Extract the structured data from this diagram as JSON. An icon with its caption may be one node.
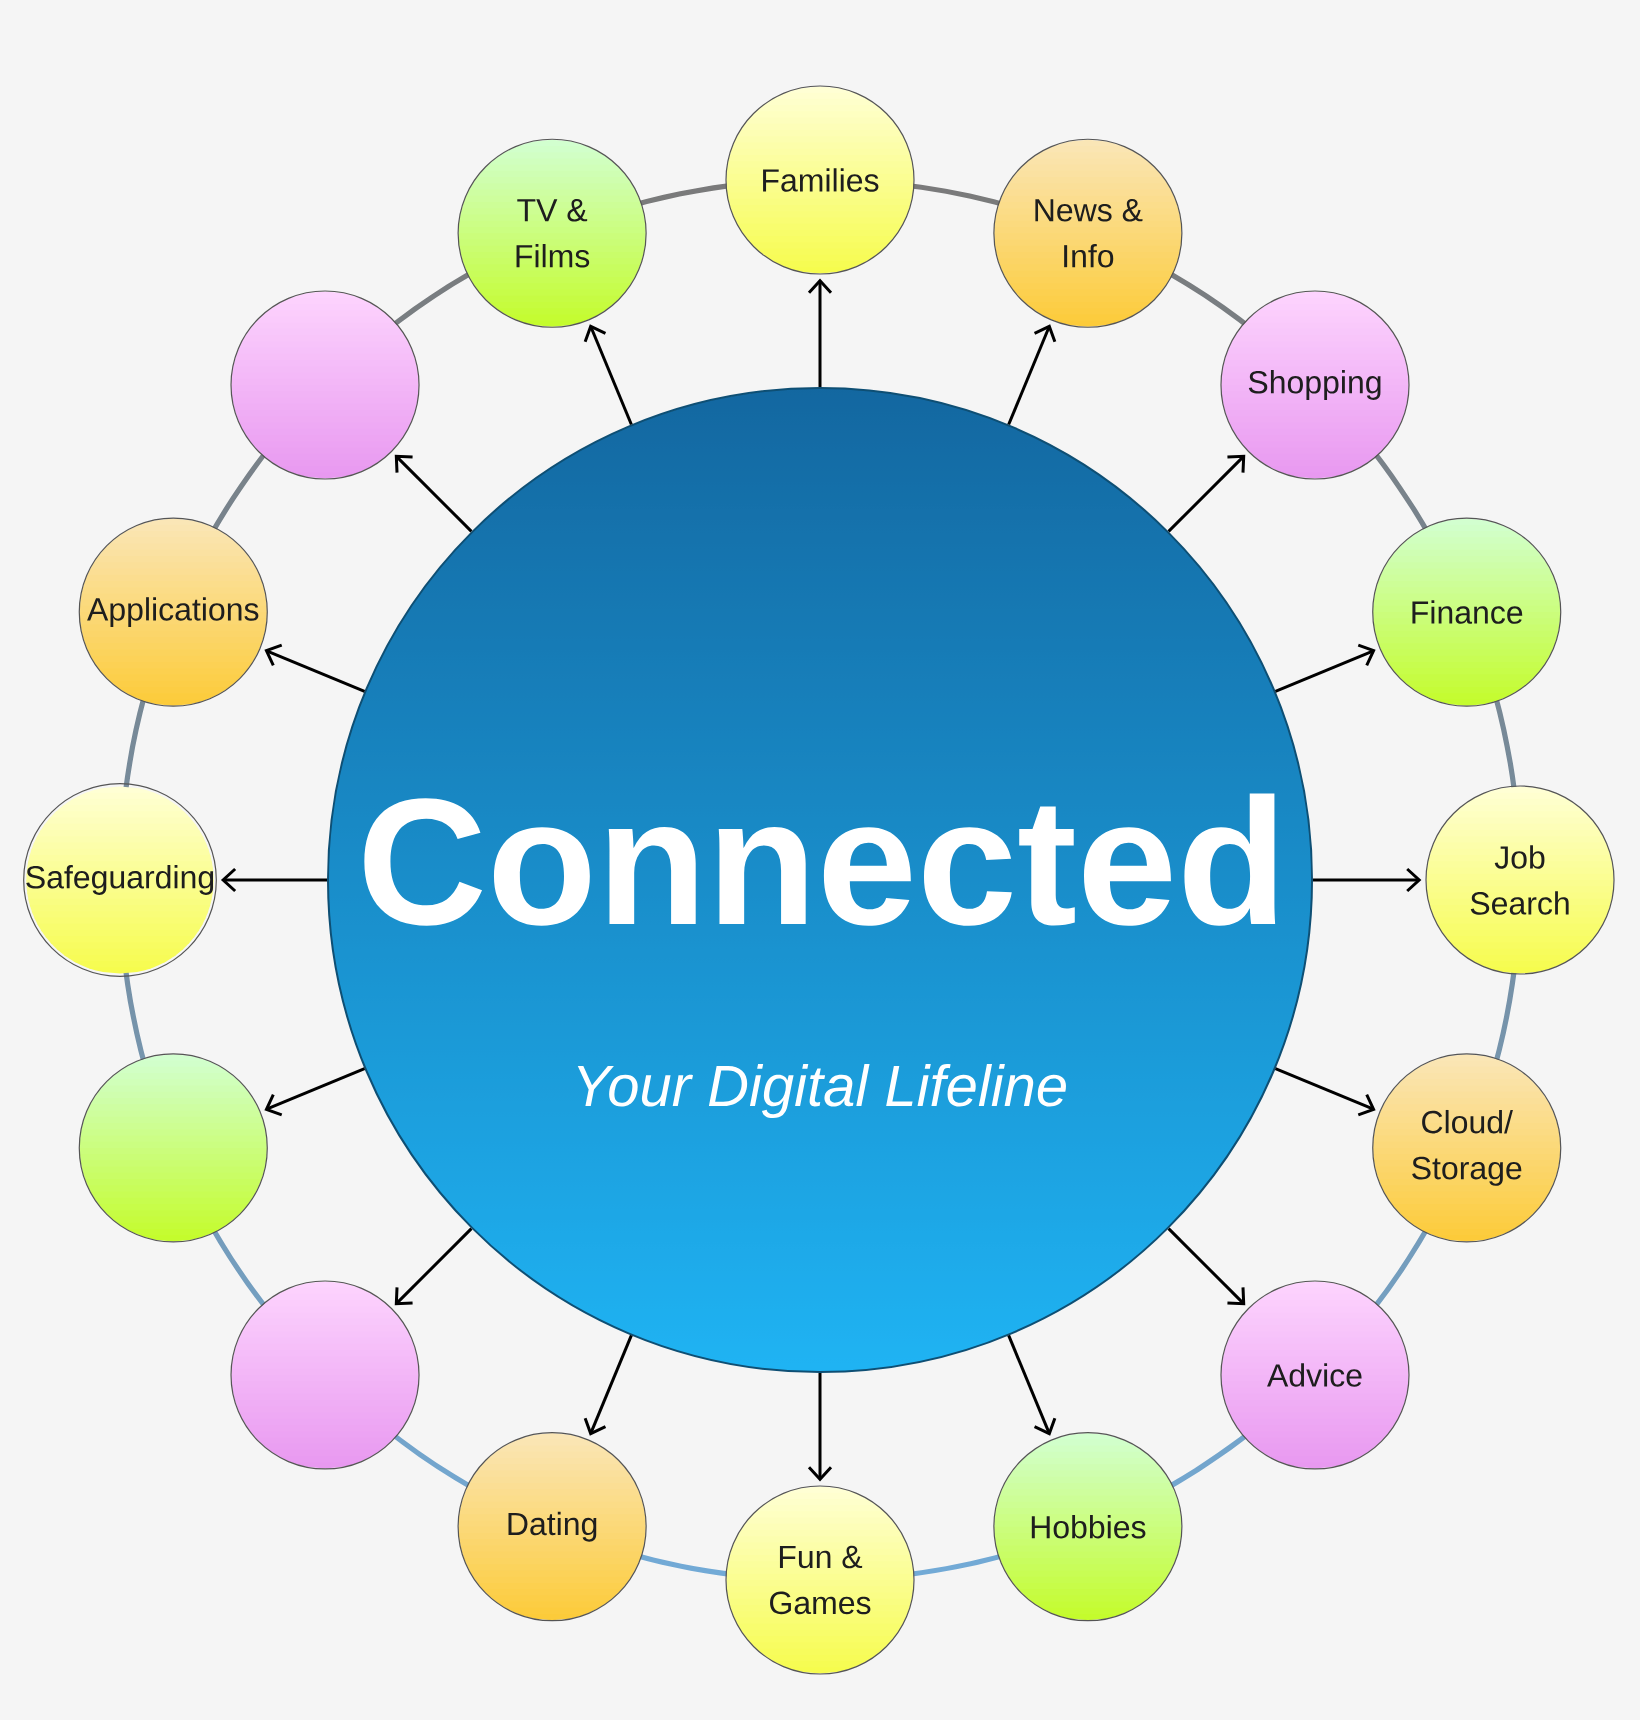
{
  "diagram": {
    "nodes": [
      {
        "text": [
          "Connected",
          "Your Digital Lifeline"
        ]
      },
      {
        "text": [
          "Families"
        ]
      },
      {
        "text": [
          "News & Info"
        ]
      },
      {
        "text": [
          "Shopping"
        ]
      },
      {
        "text": [
          "Finance"
        ]
      },
      {
        "text": [
          "Job Search"
        ]
      },
      {
        "text": [
          "Cloud/ Storage"
        ]
      },
      {
        "text": [
          "Advice"
        ]
      },
      {
        "text": [
          "Hobbies"
        ]
      },
      {
        "text": [
          "Fun & Games"
        ]
      },
      {
        "text": [
          "Dating"
        ]
      },
      {
        "text": [],
        "shape": "circle"
      },
      {
        "text": [],
        "shape": "circle"
      },
      {
        "text": [
          "Safeguarding"
        ]
      },
      {
        "text": [
          "Applications"
        ]
      },
      {
        "text": [],
        "shape": "circle"
      },
      {
        "text": [
          "TV & Films"
        ]
      }
    ],
    "edges": [
      {
        "from": 0,
        "to": 1,
        "arrow": "to"
      },
      {
        "from": 0,
        "to": 2,
        "arrow": "to"
      },
      {
        "from": 0,
        "to": 3,
        "arrow": "to"
      },
      {
        "from": 0,
        "to": 4,
        "arrow": "to"
      },
      {
        "from": 0,
        "to": 5,
        "arrow": "to"
      },
      {
        "from": 0,
        "to": 6,
        "arrow": "to"
      },
      {
        "from": 0,
        "to": 7,
        "arrow": "to"
      },
      {
        "from": 0,
        "to": 8,
        "arrow": "to"
      },
      {
        "from": 0,
        "to": 9,
        "arrow": "to"
      },
      {
        "from": 0,
        "to": 10,
        "arrow": "to"
      },
      {
        "from": 0,
        "to": 11,
        "arrow": "to"
      },
      {
        "from": 0,
        "to": 12,
        "arrow": "to"
      },
      {
        "from": 0,
        "to": 13,
        "arrow": "to"
      },
      {
        "from": 0,
        "to": 14,
        "arrow": "to"
      },
      {
        "from": 0,
        "to": 15,
        "arrow": "to"
      },
      {
        "from": 0,
        "to": 16,
        "arrow": "to"
      }
    ]
  }
}
